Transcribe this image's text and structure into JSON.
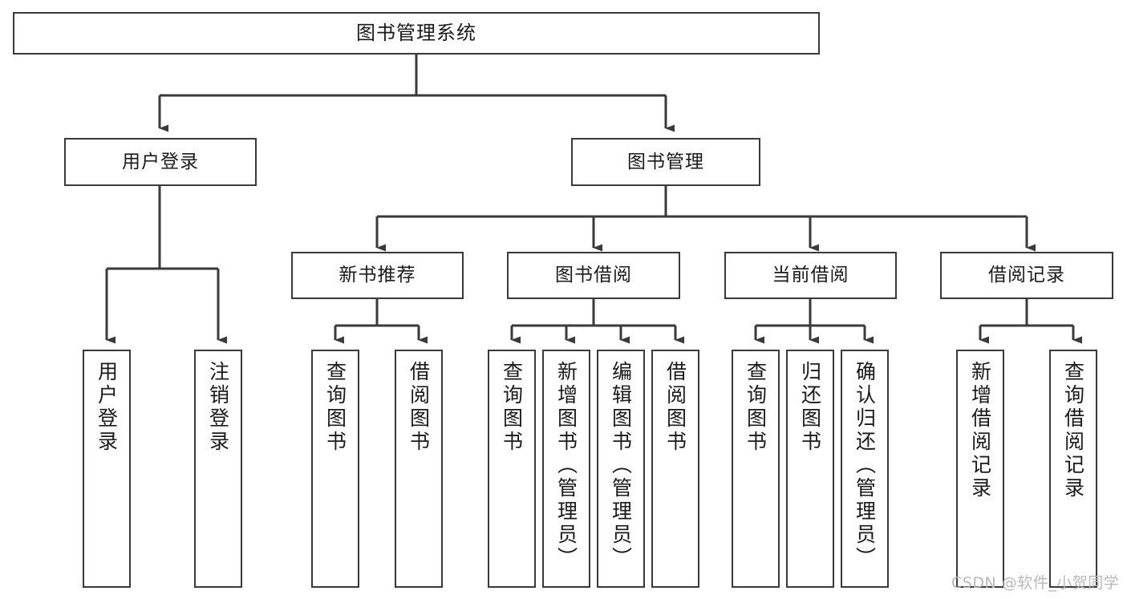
{
  "diagram": {
    "title": "图书管理系统",
    "watermark": "CSDN @软件_小贺同学",
    "stroke_color": "#3a3a3a",
    "text_color": "#1a1a1a",
    "background": "#ffffff",
    "watermark_color": "#b9b9b9"
  },
  "nodes": {
    "root": {
      "label": "图书管理系统"
    },
    "level2": [
      {
        "label": "用户登录"
      },
      {
        "label": "图书管理"
      }
    ],
    "level3": [
      {
        "label": "新书推荐"
      },
      {
        "label": "图书借阅"
      },
      {
        "label": "当前借阅"
      },
      {
        "label": "借阅记录"
      }
    ],
    "leaves_user_login": [
      {
        "label": "用户登录"
      },
      {
        "label": "注销登录"
      }
    ],
    "leaves_new_book": [
      {
        "label": "查询图书"
      },
      {
        "label": "借阅图书"
      }
    ],
    "leaves_borrow": [
      {
        "label": "查询图书"
      },
      {
        "label": "新增图书（管理员）"
      },
      {
        "label": "编辑图书（管理员）"
      },
      {
        "label": "借阅图书"
      }
    ],
    "leaves_current": [
      {
        "label": "查询图书"
      },
      {
        "label": "归还图书"
      },
      {
        "label": "确认归还（管理员）"
      }
    ],
    "leaves_record": [
      {
        "label": "新增借阅记录"
      },
      {
        "label": "查询借阅记录"
      }
    ]
  },
  "chart_data": {
    "type": "diagram",
    "diagram_kind": "tree-hierarchy",
    "title": "图书管理系统",
    "levels": 4,
    "tree": {
      "name": "图书管理系统",
      "children": [
        {
          "name": "用户登录",
          "children": [
            {
              "name": "用户登录"
            },
            {
              "name": "注销登录"
            }
          ]
        },
        {
          "name": "图书管理",
          "children": [
            {
              "name": "新书推荐",
              "children": [
                {
                  "name": "查询图书"
                },
                {
                  "name": "借阅图书"
                }
              ]
            },
            {
              "name": "图书借阅",
              "children": [
                {
                  "name": "查询图书"
                },
                {
                  "name": "新增图书（管理员）"
                },
                {
                  "name": "编辑图书（管理员）"
                },
                {
                  "name": "借阅图书"
                }
              ]
            },
            {
              "name": "当前借阅",
              "children": [
                {
                  "name": "查询图书"
                },
                {
                  "name": "归还图书"
                },
                {
                  "name": "确认归还（管理员）"
                }
              ]
            },
            {
              "name": "借阅记录",
              "children": [
                {
                  "name": "新增借阅记录"
                },
                {
                  "name": "查询借阅记录"
                }
              ]
            }
          ]
        }
      ]
    }
  }
}
